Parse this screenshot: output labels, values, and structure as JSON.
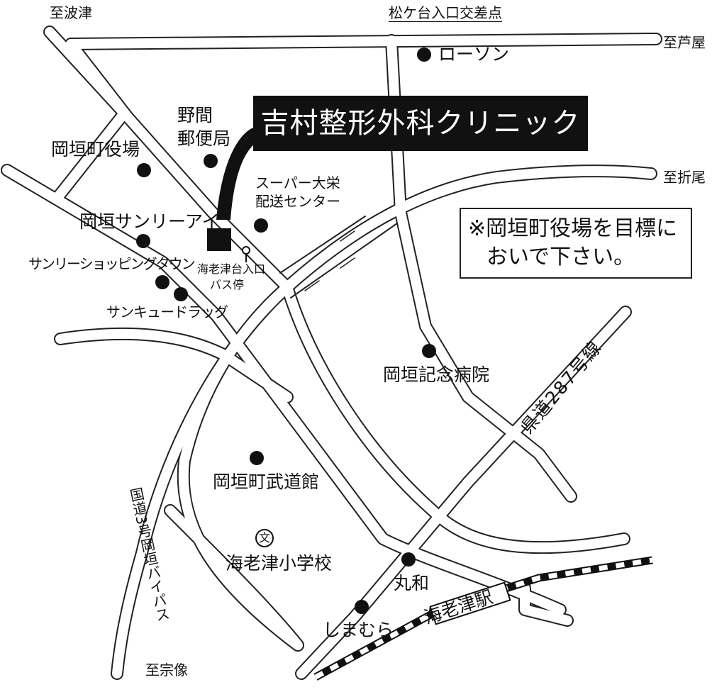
{
  "banner": {
    "clinic_name": "吉村整形外科クリニック"
  },
  "note": {
    "line1": "※岡垣町役場を目標に",
    "line2": "おいで下さい。"
  },
  "directions": {
    "to_hatazu": "至波津",
    "to_ashiya": "至芦屋",
    "to_orio": "至折尾",
    "to_munakata": "至宗像",
    "matsugadai_crossing": "松ケ台入口交差点"
  },
  "roads": {
    "prefectural_287": "県道287号線",
    "national_3_bypass": "国道3号岡垣バイパス"
  },
  "landmarks": {
    "lawson": "ローソン",
    "noma_post_line1": "野間",
    "noma_post_line2": "郵便局",
    "town_office": "岡垣町役場",
    "supermarket_line1": "スーパー大栄",
    "supermarket_line2": "配送センター",
    "okagaki_sunny_i": "岡垣サンリーアイ",
    "sunny_shopping_town": "サンリーショッピングタウン",
    "bus_stop_line1": "海老津台入口",
    "bus_stop_line2": "バス停",
    "sun_queue_drug": "サンキュードラッグ",
    "memorial_hospital": "岡垣記念病院",
    "budokan": "岡垣町武道館",
    "school_symbol": "文",
    "elementary_school": "海老津小学校",
    "maruwa": "丸和",
    "shimamura": "しまむら",
    "ebitsu_station": "海老津駅"
  }
}
